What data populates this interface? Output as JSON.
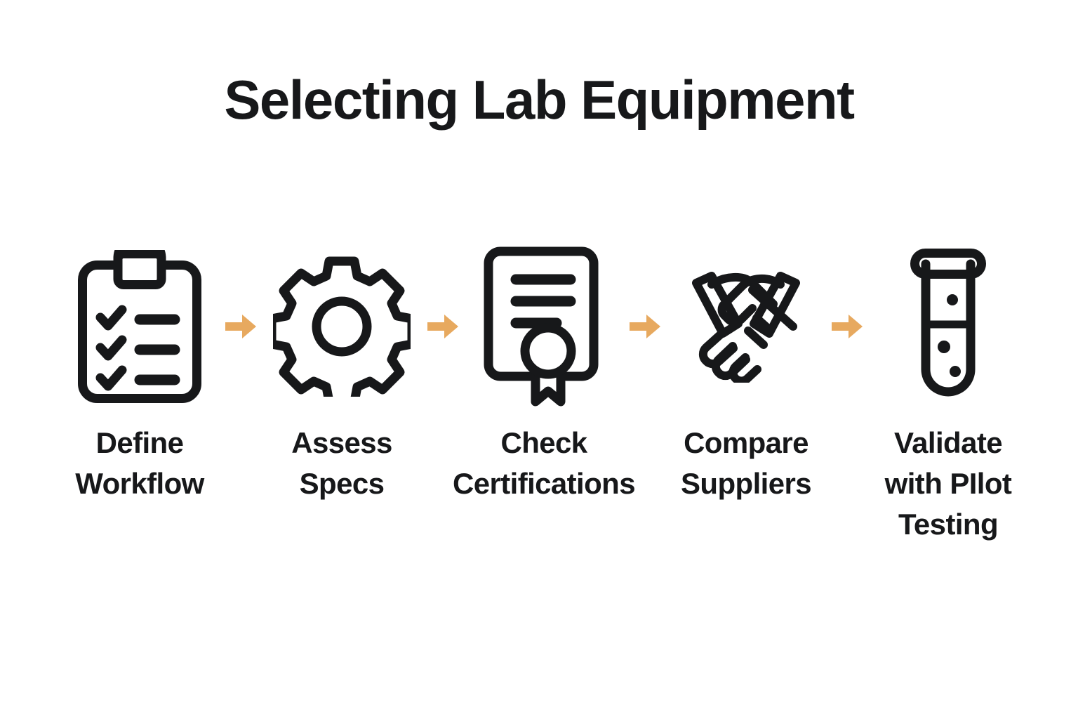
{
  "page": {
    "background_color": "#ffffff",
    "text_color": "#17181a",
    "accent_color": "#e7a95f"
  },
  "title": "Selecting Lab Equipment",
  "flow": {
    "arrow_label": "arrow-right",
    "steps": [
      {
        "icon": "clipboard-checklist-icon",
        "label": "Define\nWorkflow"
      },
      {
        "icon": "gear-icon",
        "label": "Assess\nSpecs"
      },
      {
        "icon": "certificate-icon",
        "label": "Check\nCertifications"
      },
      {
        "icon": "handshake-icon",
        "label": "Compare\nSuppliers"
      },
      {
        "icon": "test-tube-icon",
        "label": "Validate\nwith PIlot\nTesting"
      }
    ]
  }
}
